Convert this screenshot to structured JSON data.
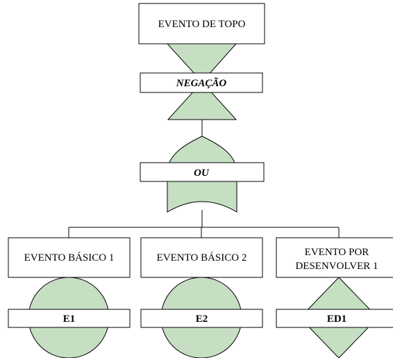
{
  "top_event": {
    "label": "EVENTO DE TOPO"
  },
  "negation_gate": {
    "label": "NEGAÇÃO"
  },
  "or_gate": {
    "label": "OU"
  },
  "events": [
    {
      "label": "EVENTO BÁSICO 1",
      "code": "E1",
      "type": "basic"
    },
    {
      "label": "EVENTO BÁSICO 2",
      "code": "E2",
      "type": "basic"
    },
    {
      "label_lines": [
        "EVENTO POR",
        "DESENVOLVER 1"
      ],
      "code": "ED1",
      "type": "undeveloped"
    }
  ],
  "colors": {
    "gate_fill": "#c6dfc3",
    "stroke": "#000000",
    "box_fill": "#ffffff"
  }
}
